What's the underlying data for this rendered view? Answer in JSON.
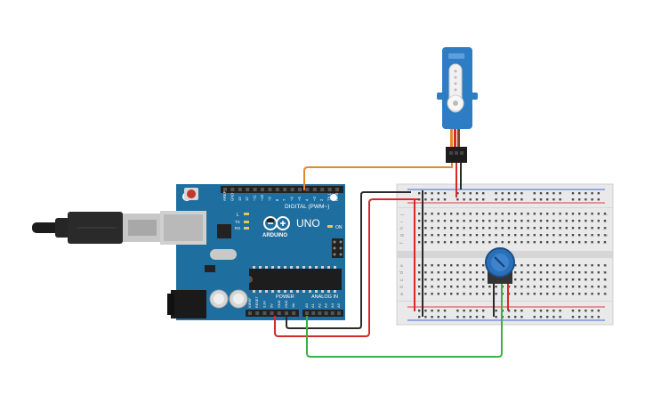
{
  "board": {
    "name": "UNO",
    "brand": "ARDUINO",
    "digital_label": "DIGITAL (PWM~)",
    "power_label": "POWER",
    "analog_label": "ANALOG IN",
    "on_label": "ON",
    "led_l": "L",
    "led_tx": "TX",
    "led_rx": "RX",
    "digital_pins": [
      "AREF",
      "GND",
      "13",
      "12",
      "~11",
      "~10",
      "~9",
      "8",
      "7",
      "~6",
      "~5",
      "4",
      "~3",
      "2",
      "TX 1",
      "RX 0"
    ],
    "power_pins": [
      "IOREF",
      "RESET",
      "3.3V",
      "5V",
      "GND",
      "GND",
      "Vin"
    ],
    "analog_pins": [
      "A0",
      "A1",
      "A2",
      "A3",
      "A4",
      "A5"
    ]
  },
  "breadboard": {
    "row_letters_top": [
      "j",
      "i",
      "h",
      "g",
      "f"
    ],
    "row_letters_bottom": [
      "e",
      "d",
      "c",
      "b",
      "a"
    ]
  },
  "components": {
    "servo": "servo-motor",
    "potentiometer": "potentiometer",
    "usb": "usb-cable"
  },
  "colors": {
    "board": "#1f6ea0",
    "wire_orange": "#e3892a",
    "wire_red": "#d42a2a",
    "wire_black": "#2b2b2b",
    "wire_green": "#3cb043",
    "servo": "#2d7dc4",
    "pot": "#2a6fb8",
    "rail_red": "#e23b3b",
    "rail_blue": "#3b66d6"
  }
}
